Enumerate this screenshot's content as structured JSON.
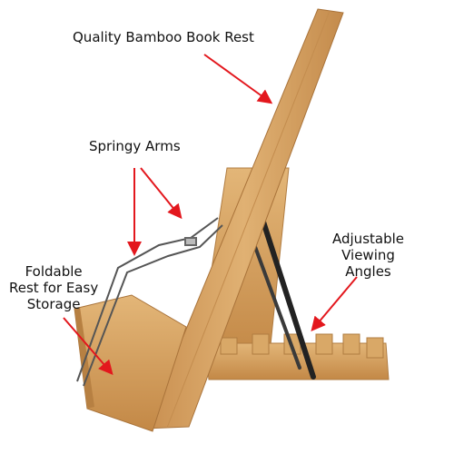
{
  "labels": {
    "quality": "Quality Bamboo Book Rest",
    "arms": "Springy Arms",
    "foldable": [
      "Foldable",
      "Rest for Easy",
      "Storage"
    ],
    "angles": [
      "Adjustable",
      "Viewing",
      "Angles"
    ]
  },
  "colors": {
    "arrow": "#e3171d",
    "bamboo": "#d9a867",
    "bamboo_dark": "#b88245",
    "metal": "#222222"
  }
}
